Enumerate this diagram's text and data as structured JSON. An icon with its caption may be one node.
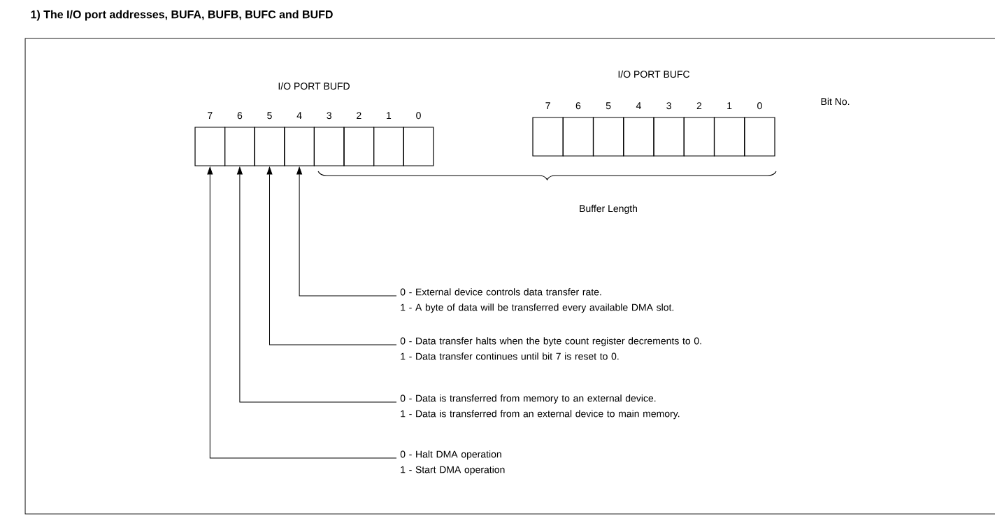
{
  "diagram": {
    "title": "1) The I/O port addresses, BUFA, BUFB, BUFC and BUFD",
    "nodes": [
      {
        "text": [],
        "shape": "box",
        "beside": [
          "7"
        ]
      },
      {
        "text": [],
        "shape": "box",
        "beside": [
          "6"
        ]
      },
      {
        "text": [],
        "shape": "box",
        "beside": [
          "5"
        ]
      },
      {
        "text": [],
        "shape": "box",
        "beside": [
          "4"
        ]
      },
      {
        "text": [],
        "shape": "box",
        "beside": [
          "3"
        ]
      },
      {
        "text": [],
        "shape": "box",
        "beside": [
          "2"
        ]
      },
      {
        "text": [],
        "shape": "box",
        "beside": [
          "1"
        ]
      },
      {
        "text": [],
        "shape": "box",
        "beside": [
          "0"
        ]
      },
      {
        "text": [],
        "shape": "box",
        "beside": [
          "7"
        ]
      },
      {
        "text": [],
        "shape": "box",
        "beside": [
          "6"
        ]
      },
      {
        "text": [],
        "shape": "box",
        "beside": [
          "5"
        ]
      },
      {
        "text": [],
        "shape": "box",
        "beside": [
          "4"
        ]
      },
      {
        "text": [],
        "shape": "box",
        "beside": [
          "3"
        ]
      },
      {
        "text": [],
        "shape": "box",
        "beside": [
          "2"
        ]
      },
      {
        "text": [],
        "shape": "box",
        "beside": [
          "1"
        ]
      },
      {
        "text": [],
        "shape": "box",
        "beside": [
          "0"
        ]
      },
      {
        "text": [
          "0 - External device controls data transfer rate.",
          "1 - A byte of data will be transferred every available DMA slot."
        ]
      },
      {
        "text": [
          "0 - Data transfer halts when the byte count register decrements to 0.",
          "1 - Data transfer continues until bit 7 is reset to 0."
        ]
      },
      {
        "text": [
          "0 - Data is transferred from memory to an external device.",
          "1 - Data is transferred from an external device to main memory."
        ]
      },
      {
        "text": [
          "0 - Halt DMA operation",
          "1 - Start DMA operation"
        ]
      }
    ],
    "edges": [
      {
        "from": 16,
        "to": 3,
        "arrow": "to"
      },
      {
        "from": 17,
        "to": 2,
        "arrow": "to"
      },
      {
        "from": 18,
        "to": 1,
        "arrow": "to"
      },
      {
        "from": 19,
        "to": 0,
        "arrow": "to"
      }
    ],
    "labels": [
      "I/O PORT BUFD",
      "I/O PORT BUFC",
      "Bit No.",
      "Buffer Length"
    ]
  }
}
